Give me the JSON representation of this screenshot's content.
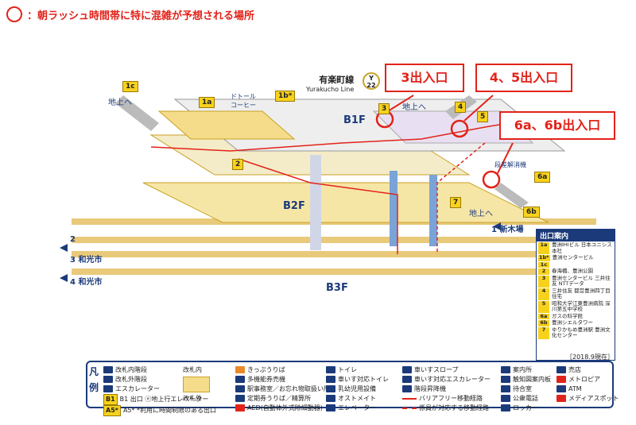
{
  "header": {
    "text": "：朝ラッシュ時間帯に特に混雑が予想される場所"
  },
  "line": {
    "name_jp": "有楽町線",
    "name_en": "Yurakucho Line",
    "badge_letter": "Y",
    "badge_number": "22"
  },
  "callouts": {
    "exit3": "3出入口",
    "exit45": "4、5出入口",
    "exit6": "6a、6b出入口"
  },
  "floors": {
    "b1f": "B1F",
    "b2f": "B2F",
    "b3f": "B3F"
  },
  "exits": {
    "e1c": "1c",
    "e1a": "1a",
    "e1b": "1b*",
    "e2": "2",
    "e3": "3",
    "e4": "4",
    "e5": "5",
    "e6a": "6a",
    "e6b": "6b",
    "e7": "7"
  },
  "map_labels": {
    "ground_left": "地上へ",
    "ground_mid": "地上へ",
    "ground_right": "地上へ",
    "doutor": "ドトール\nコーヒー",
    "step": "段差解消機",
    "dir1": "1 新木場",
    "dir2": "2",
    "dir3": "3 和光市",
    "dir4": "4 和光市"
  },
  "guide": {
    "title": "出口案内",
    "rows": [
      {
        "no": "1a",
        "text": "豊洲IHIビル 日本ユニシス本社"
      },
      {
        "no": "1b*",
        "text": "豊洲センタービル"
      },
      {
        "no": "1c",
        "text": ""
      },
      {
        "no": "2",
        "text": "春海橋、豊洲公園"
      },
      {
        "no": "3",
        "text": "豊洲センタービル 三井住友 NTTデータ"
      },
      {
        "no": "4",
        "text": "三井住友 都営豊洲四丁目住宅"
      },
      {
        "no": "5",
        "text": "昭和大学江東豊洲病院 深川第五中学校"
      },
      {
        "no": "6a",
        "text": "ガスの科学館"
      },
      {
        "no": "6b",
        "text": "豊洲シエルタワー"
      },
      {
        "no": "7",
        "text": "ゆりかもめ豊洲駅 豊洲文化センター"
      }
    ],
    "date": "［2018.9現在］"
  },
  "legend": {
    "title": "凡例",
    "col1": [
      "改札内階段",
      "改札外階段",
      "エスカレーター",
      "B1 出口 ⓔ地上行エレベーター",
      "A5* *利用に時間制限のある出口"
    ],
    "col2": [
      "改札内",
      "改札外"
    ],
    "col3": [
      "きっぷうりば",
      "多機能券売機",
      "駅事務室／お忘れ物取扱い所",
      "定期券うりば／精算所",
      "AED(自動体外式除細動器)"
    ],
    "col4": [
      "トイレ",
      "車いす対応トイレ",
      "乳幼児用設備",
      "オストメイト",
      "エレベーター"
    ],
    "col5": [
      "車いすスロープ",
      "車いす対応エスカレーター",
      "階段昇降機",
      "バリアフリー移動経路",
      "係員が対応する移動経路"
    ],
    "col6": [
      "案内所",
      "触知図案内板",
      "待合室",
      "公衆電話",
      "ロッカー"
    ],
    "col7": [
      "売店",
      "メトロピア",
      "ATM",
      "メディアスポット"
    ]
  },
  "colors": {
    "accent_red": "#e2231a",
    "navy": "#1b3a7a",
    "yellow": "#f7d21c"
  }
}
